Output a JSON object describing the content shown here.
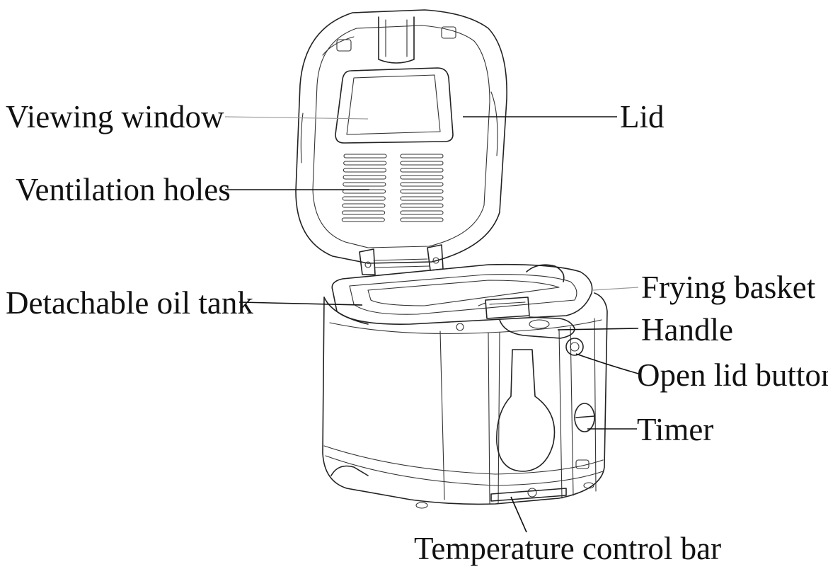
{
  "labels": {
    "viewing_window": "Viewing window",
    "lid": "Lid",
    "ventilation_holes": "Ventilation holes",
    "detachable_oil_tank": "Detachable oil tank",
    "frying_basket": "Frying basket",
    "handle": "Handle",
    "open_lid_button": "Open lid button",
    "timer": "Timer",
    "temperature_control_bar": "Temperature control bar"
  }
}
